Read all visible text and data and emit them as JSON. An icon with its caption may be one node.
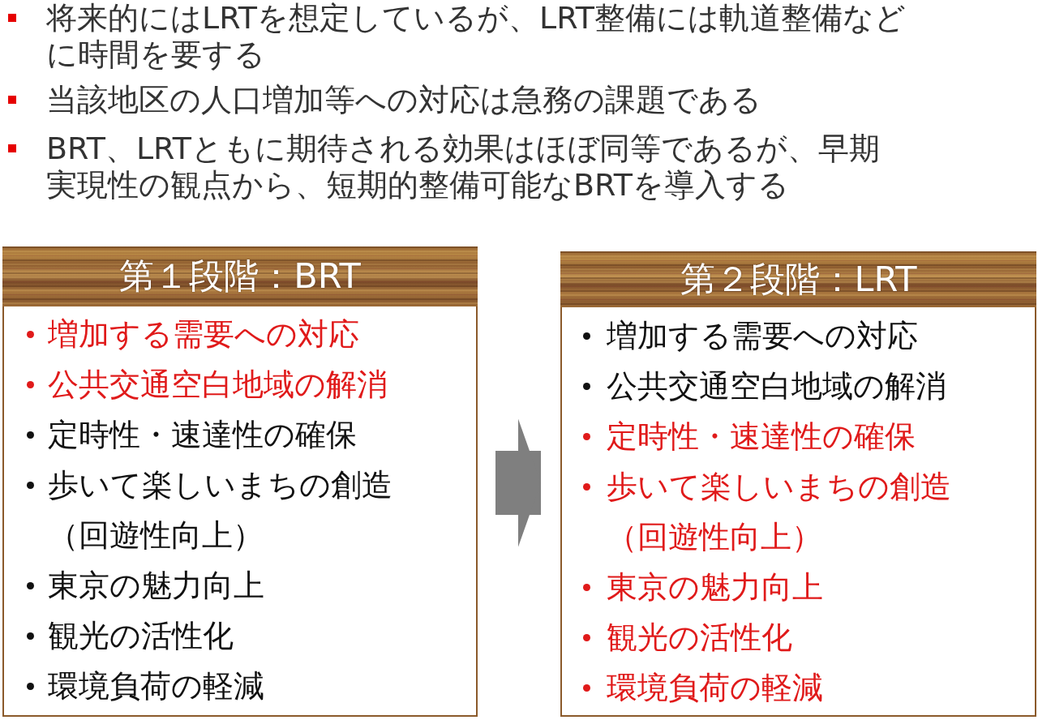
{
  "diagram": {
    "nodes": [
      {
        "text": [
          "第１段階：BRT",
          "増加する需要への対応",
          "公共交通空白地域の解消",
          "定時性・速達性の確保",
          "歩いて楽しいまちの創造（回遊性向上）",
          "東京の魅力向上",
          "観光の活性化",
          "環境負荷の軽減"
        ]
      },
      {
        "text": [
          "第２段階：LRT",
          "増加する需要への対応",
          "公共交通空白地域の解消",
          "定時性・速達性の確保",
          "歩いて楽しいまちの創造（回遊性向上）",
          "東京の魅力向上",
          "観光の活性化",
          "環境負荷の軽減"
        ]
      }
    ],
    "edges": [
      {
        "from": 0,
        "to": 1,
        "arrow": "to"
      }
    ],
    "labels": [
      "将来的にはLRTを想定しているが、LRT整備には軌道整備などに時間を要する",
      "当該地区の人口増加等への対応は急務の課題である",
      "BRT、LRTともに期待される効果はほぼ同等であるが、早期実現性の観点から、短期的整備可能なBRTを導入する"
    ]
  }
}
